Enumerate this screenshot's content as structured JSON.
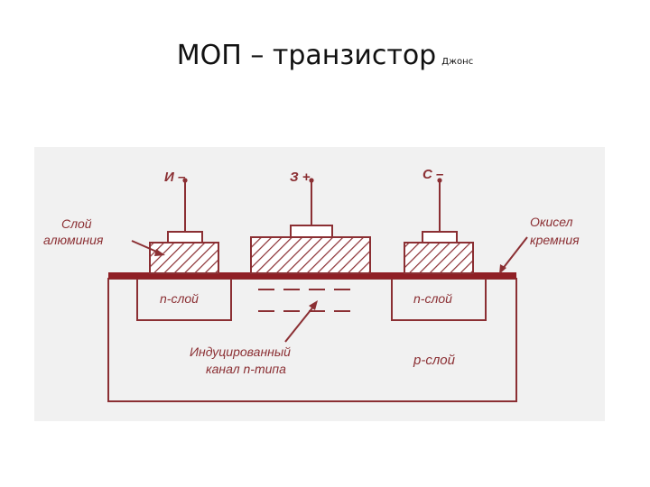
{
  "slide": {
    "title": "МОП – транзистор",
    "subtitle": "Джонс"
  },
  "diagram": {
    "colors": {
      "background": "#f1f1f1",
      "line": "#8b2f33",
      "oxide": "#8f1f25",
      "text": "#8b2f33"
    },
    "terminals": {
      "source": "И –",
      "gate": "З +",
      "drain": "С –"
    },
    "labels": {
      "aluminum": [
        "Слой",
        "алюминия"
      ],
      "oxide": [
        "Окисел",
        "кремния"
      ],
      "n_left": "n-слой",
      "n_right": "n-слой",
      "channel": [
        "Индуцированный",
        "канал n-типа"
      ],
      "p_layer": "p-слой"
    }
  }
}
